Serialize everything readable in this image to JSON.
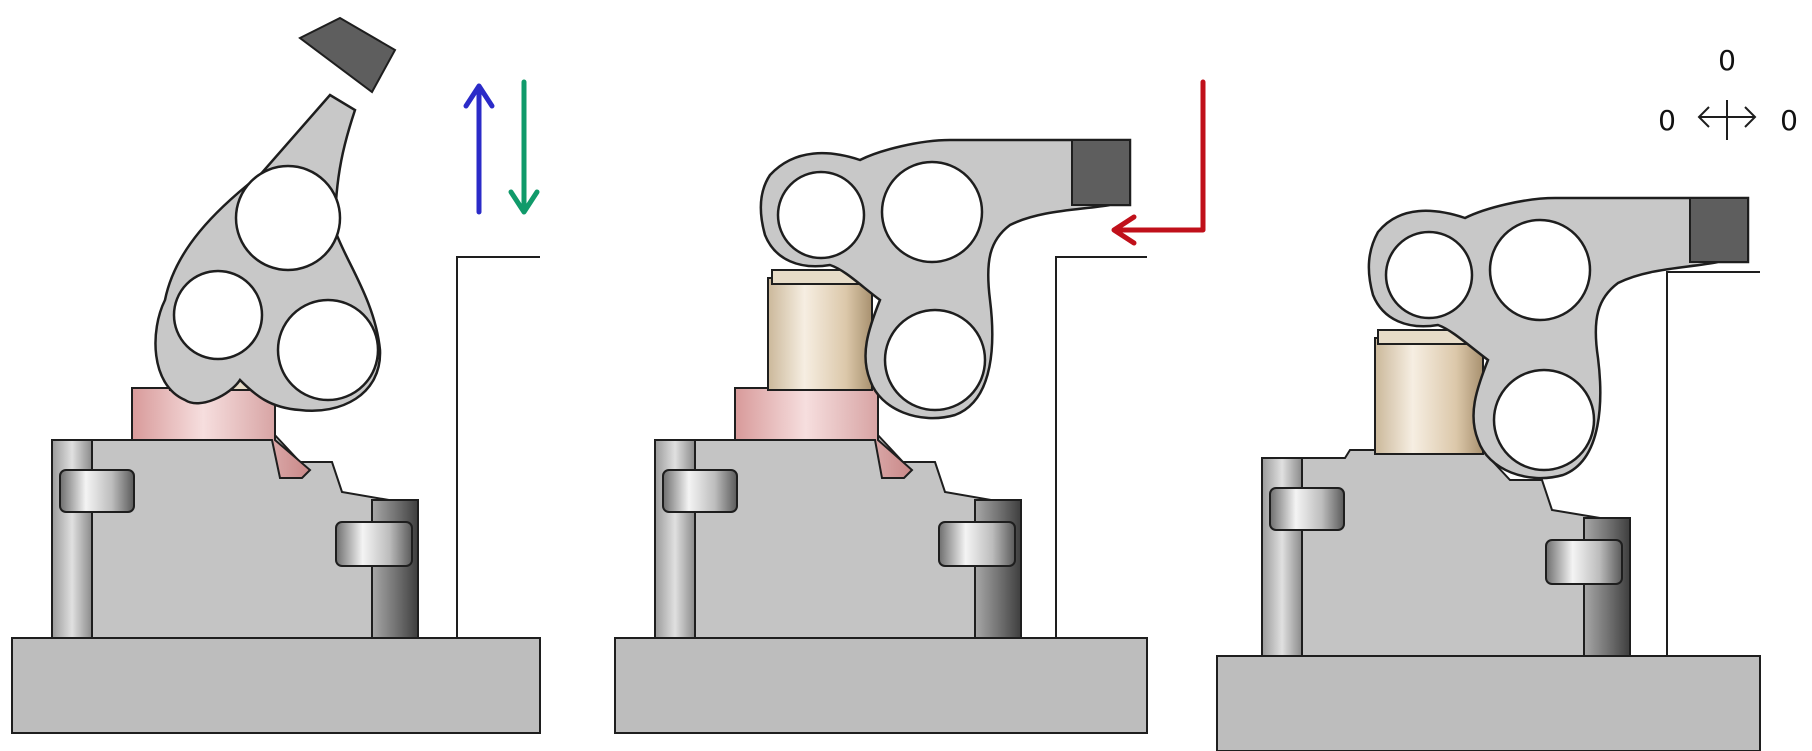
{
  "panels": [
    {
      "id": "panel-1",
      "motion": [
        "up",
        "down"
      ]
    },
    {
      "id": "panel-2",
      "motion": [
        "down-then-left"
      ]
    },
    {
      "id": "panel-3",
      "motion": []
    }
  ],
  "arrow_colors": {
    "up": "#2B2BC8",
    "down": "#109A6A",
    "down-then-left": "#C0101A"
  },
  "indicator": {
    "top": "0",
    "left": "0",
    "right": "0"
  },
  "colors": {
    "arm": "#C8C8C8",
    "arm_tip": "#5E5E5E",
    "body": "#C2C2C2",
    "ground": "#BDBDBD",
    "pink_collar": "#E8B8B8",
    "cylinder": "#E6D6BE",
    "outline": "#1E1E1E"
  }
}
